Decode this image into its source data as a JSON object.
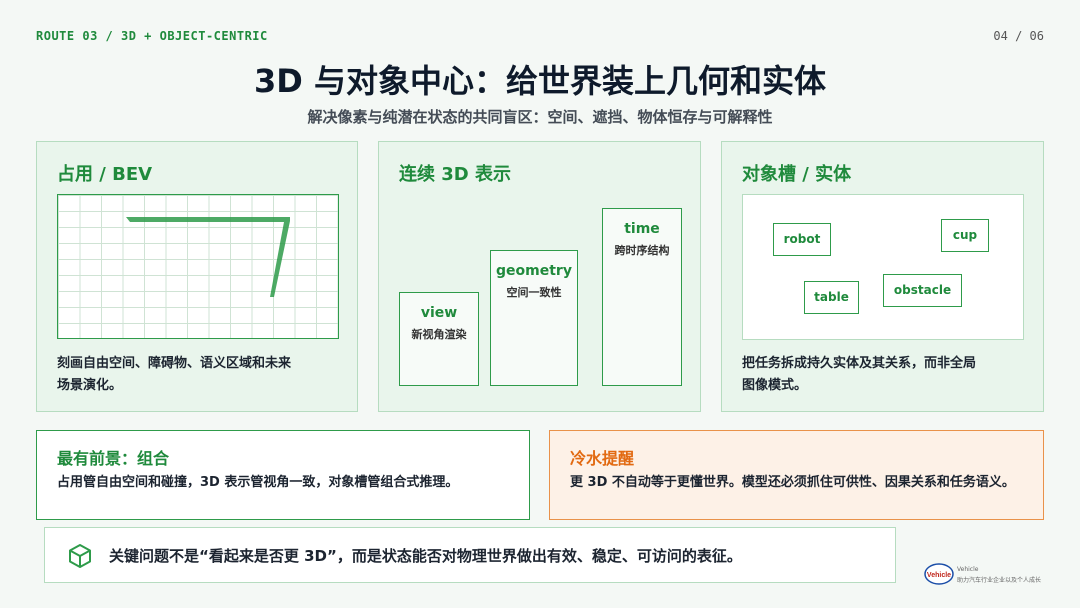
{
  "header": {
    "route": "ROUTE 03 / 3D + OBJECT-CENTRIC",
    "page": "04 / 06",
    "title": "3D 与对象中心：给世界装上几何和实体",
    "subtitle": "解决像素与纯潜在状态的共同盲区：空间、遮挡、物体恒存与可解释性"
  },
  "cards": [
    {
      "title": "占用 / BEV",
      "desc_line1": "刻画自由空间、障碍物、语义区域和未来",
      "desc_line2": "场景演化。"
    },
    {
      "title": "连续 3D 表示",
      "bars": [
        {
          "name": "view",
          "label": "新视角渲染"
        },
        {
          "name": "geometry",
          "label": "空间一致性"
        },
        {
          "name": "time",
          "label": "跨时序结构"
        }
      ]
    },
    {
      "title": "对象槽 / 实体",
      "slots": [
        "robot",
        "cup",
        "table",
        "obstacle"
      ],
      "desc_line1": "把任务拆成持久实体及其关系，而非全局",
      "desc_line2": "图像模式。"
    }
  ],
  "best": {
    "title": "最有前景：组合",
    "text": "占用管自由空间和碰撞，3D 表示管视角一致，对象槽管组合式推理。"
  },
  "warning": {
    "title": "冷水提醒",
    "text": "更 3D 不自动等于更懂世界。模型还必须抓住可供性、因果关系和任务语义。"
  },
  "bottom": {
    "icon": "cube-icon",
    "text": "关键问题不是“看起来是否更 3D”，而是状态能否对物理世界做出有效、稳定、可访问的表征。"
  },
  "logo": {
    "mark": "Vehicle",
    "line1": "Vehicle",
    "line2": "助力汽车行业企业以及个人成长"
  },
  "colors": {
    "green": "#1f8a3c",
    "orange": "#e26a12",
    "background": "#f4f8f5"
  }
}
